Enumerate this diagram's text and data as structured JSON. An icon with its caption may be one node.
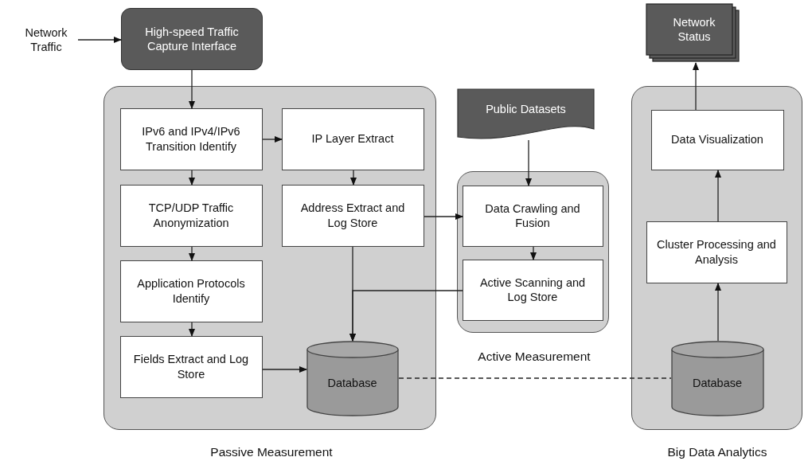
{
  "diagram": {
    "nodes": [
      {
        "text": [
          "Network Traffic"
        ]
      },
      {
        "text": [
          "High-speed Traffic Capture Interface"
        ]
      },
      {
        "text": [
          "Passive Measurement"
        ]
      },
      {
        "text": [
          "IPv6 and IPv4/IPv6 Transition Identify"
        ],
        "in": 2
      },
      {
        "text": [
          "IP Layer Extract"
        ],
        "in": 2
      },
      {
        "text": [
          "TCP/UDP Traffic Anonymization"
        ],
        "in": 2
      },
      {
        "text": [
          "Address Extract and Log Store"
        ],
        "in": 2
      },
      {
        "text": [
          "Application Protocols Identify"
        ],
        "in": 2
      },
      {
        "text": [
          "Fields Extract and Log Store"
        ],
        "in": 2
      },
      {
        "text": [
          "Database"
        ],
        "in": 2
      },
      {
        "text": [
          "Public Datasets"
        ]
      },
      {
        "text": [
          "Active Measurement"
        ]
      },
      {
        "text": [
          "Data Crawling and Fusion"
        ],
        "in": 11
      },
      {
        "text": [
          "Active Scanning and Log Store"
        ],
        "in": 11
      },
      {
        "text": [
          "Big Data Analytics"
        ]
      },
      {
        "text": [
          "Data Visualization"
        ],
        "in": 14
      },
      {
        "text": [
          "Cluster Processing and Analysis"
        ],
        "in": 14
      },
      {
        "text": [
          "Database"
        ],
        "in": 14
      },
      {
        "text": [
          "Network Status"
        ]
      }
    ],
    "edges": [
      {
        "from": 0,
        "to": 1,
        "arrow": "to"
      },
      {
        "from": 1,
        "to": 3,
        "arrow": "to"
      },
      {
        "from": 3,
        "to": 4,
        "arrow": "to"
      },
      {
        "from": 3,
        "to": 5,
        "arrow": "to"
      },
      {
        "from": 4,
        "to": 6,
        "arrow": "to"
      },
      {
        "from": 5,
        "to": 7,
        "arrow": "to"
      },
      {
        "from": 7,
        "to": 8,
        "arrow": "to"
      },
      {
        "from": 8,
        "to": 9,
        "arrow": "to"
      },
      {
        "from": 6,
        "to": 9,
        "arrow": "to"
      },
      {
        "from": 6,
        "to": 12,
        "arrow": "to"
      },
      {
        "from": 10,
        "to": 12,
        "arrow": "to"
      },
      {
        "from": 12,
        "to": 13,
        "arrow": "to"
      },
      {
        "from": 13,
        "to": 9,
        "arrow": "to"
      },
      {
        "from": 9,
        "to": 17,
        "arrow": "none",
        "style": "dashed"
      },
      {
        "from": 17,
        "to": 16,
        "arrow": "to"
      },
      {
        "from": 16,
        "to": 15,
        "arrow": "to"
      },
      {
        "from": 15,
        "to": 18,
        "arrow": "to"
      }
    ]
  }
}
